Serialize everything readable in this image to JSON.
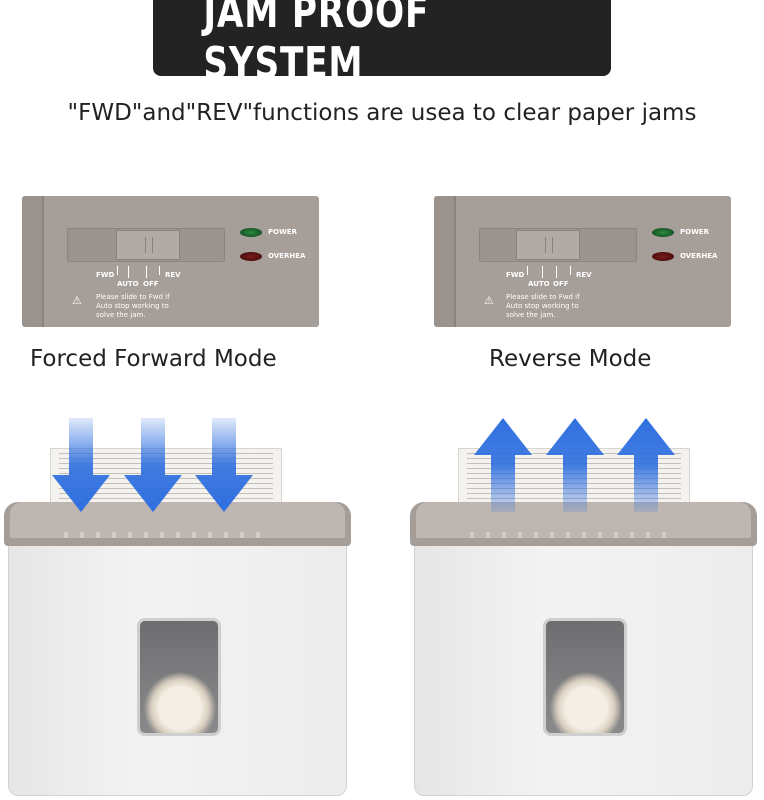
{
  "header": {
    "title": "JAM PROOF SYSTEM",
    "subtitle": "\"FWD\"and\"REV\"functions are usea to clear paper jams"
  },
  "panel": {
    "power": "POWER",
    "overheat": "OVERHEA",
    "fwd": "FWD",
    "auto": "AUTO",
    "off": "OFF",
    "rev": "REV",
    "warning_line1": "Please slide to Fwd if",
    "warning_line2": "Auto stop working to",
    "warning_line3": "solve the jam."
  },
  "modes": {
    "forward": "Forced Forward Mode",
    "reverse": "Reverse Mode"
  },
  "colors": {
    "arrow": "#2f6fe0",
    "title_bg": "#232323",
    "panel_bg": "#a69e99"
  }
}
